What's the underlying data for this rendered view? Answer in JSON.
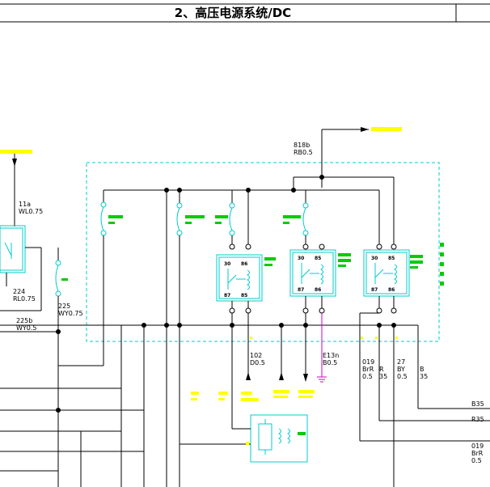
{
  "title": "2、高压电源系统/DC",
  "wires": {
    "w818b": [
      "818b",
      "RB0.5"
    ],
    "w11a": [
      "11a",
      "WL0.75"
    ],
    "w224": [
      "224",
      "RL0.75"
    ],
    "w225": [
      "225",
      "WY0.75"
    ],
    "w225b": [
      "225b",
      "WY0.5"
    ],
    "w102": [
      "102",
      "D0.5"
    ],
    "wE13n": [
      "E13n",
      "B0.5"
    ],
    "w019": [
      "019",
      "BrR",
      "0.5"
    ],
    "wR": [
      "R",
      "35"
    ],
    "w27": [
      "27",
      "BY",
      "0.5"
    ],
    "wB": [
      "B",
      "35"
    ],
    "wB35": "B35",
    "wR35": "R35",
    "w019b": [
      "019",
      "BrR",
      "0.5"
    ]
  },
  "relay_pins": {
    "relay1": [
      "30",
      "86",
      "87",
      "85"
    ],
    "relay2": [
      "30",
      "85",
      "87",
      "86"
    ],
    "relay3": [
      "30",
      "85",
      "87",
      "86"
    ]
  }
}
